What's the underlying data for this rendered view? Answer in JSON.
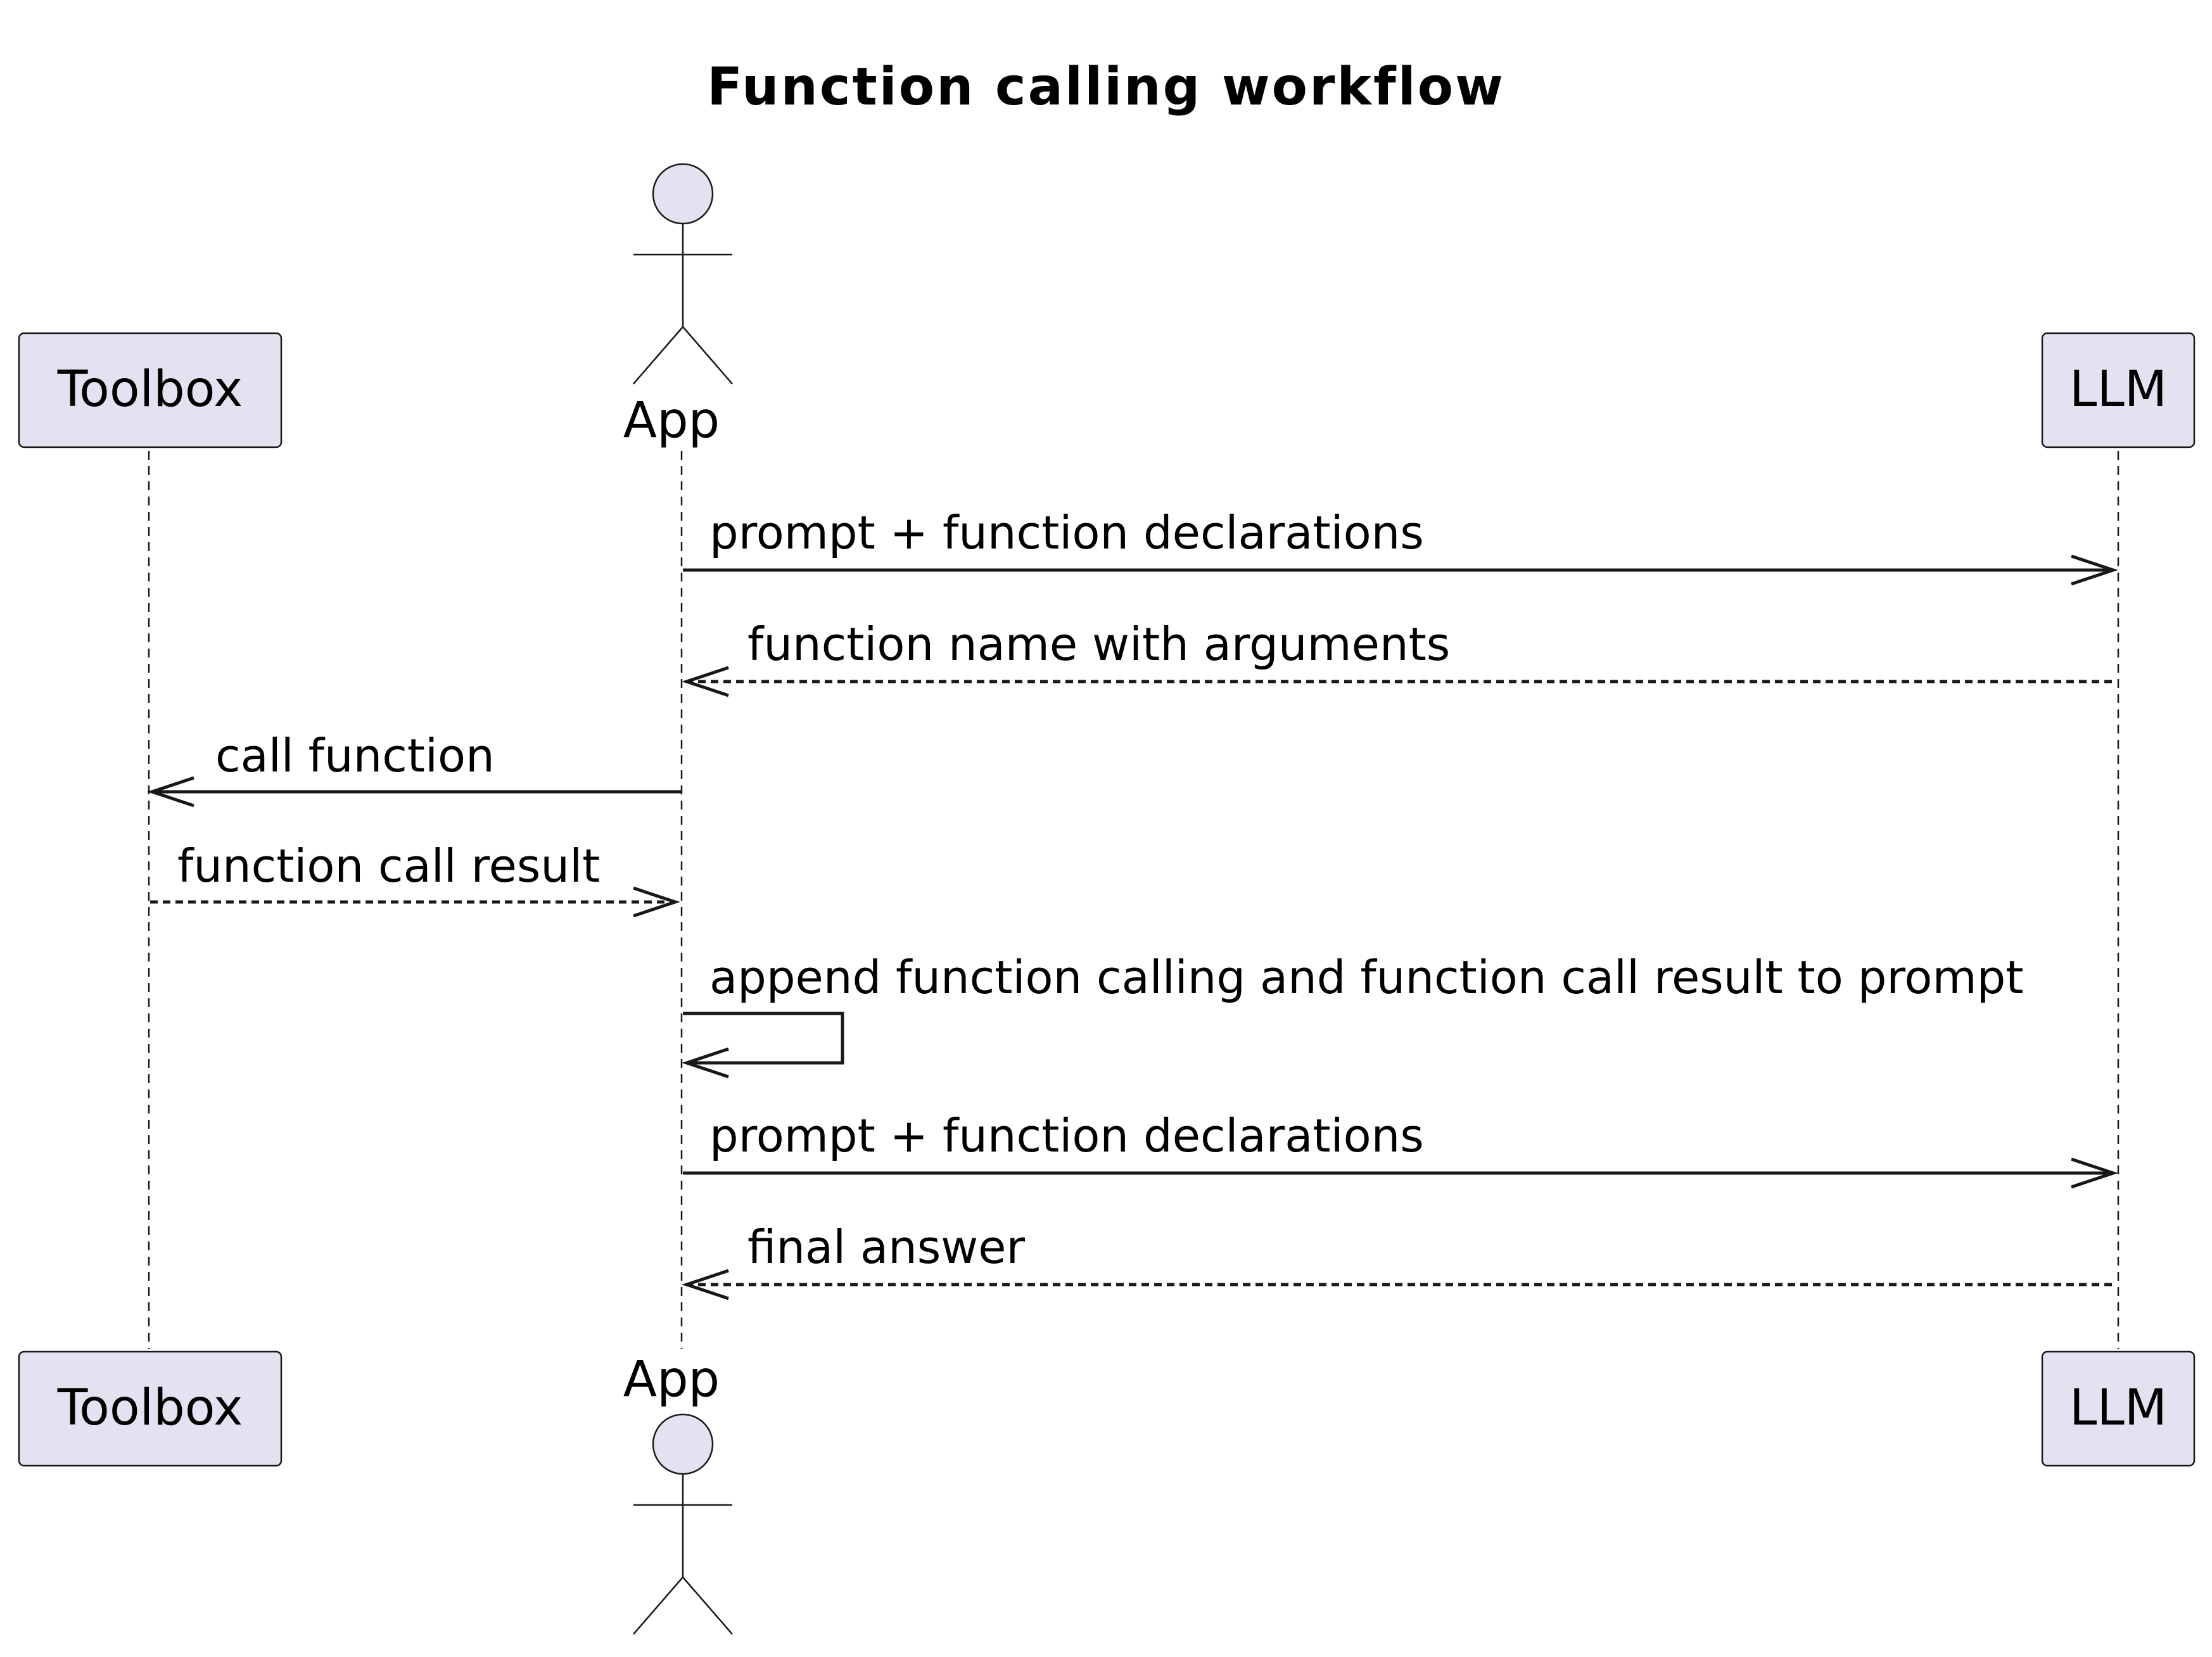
{
  "title": "Function calling workflow",
  "participants": [
    {
      "id": "toolbox",
      "label": "Toolbox",
      "kind": "box"
    },
    {
      "id": "app",
      "label": "App",
      "kind": "actor"
    },
    {
      "id": "llm",
      "label": "LLM",
      "kind": "box"
    }
  ],
  "messages": [
    {
      "from": "app",
      "to": "llm",
      "label": "prompt + function declarations",
      "style": "solid"
    },
    {
      "from": "llm",
      "to": "app",
      "label": "function name with arguments",
      "style": "dashed"
    },
    {
      "from": "app",
      "to": "toolbox",
      "label": "call function",
      "style": "solid"
    },
    {
      "from": "toolbox",
      "to": "app",
      "label": "function call result",
      "style": "dashed"
    },
    {
      "from": "app",
      "to": "app",
      "label": "append function calling and function call result to prompt",
      "style": "solid"
    },
    {
      "from": "app",
      "to": "llm",
      "label": "prompt + function declarations",
      "style": "solid"
    },
    {
      "from": "llm",
      "to": "app",
      "label": "final answer",
      "style": "dashed"
    }
  ]
}
